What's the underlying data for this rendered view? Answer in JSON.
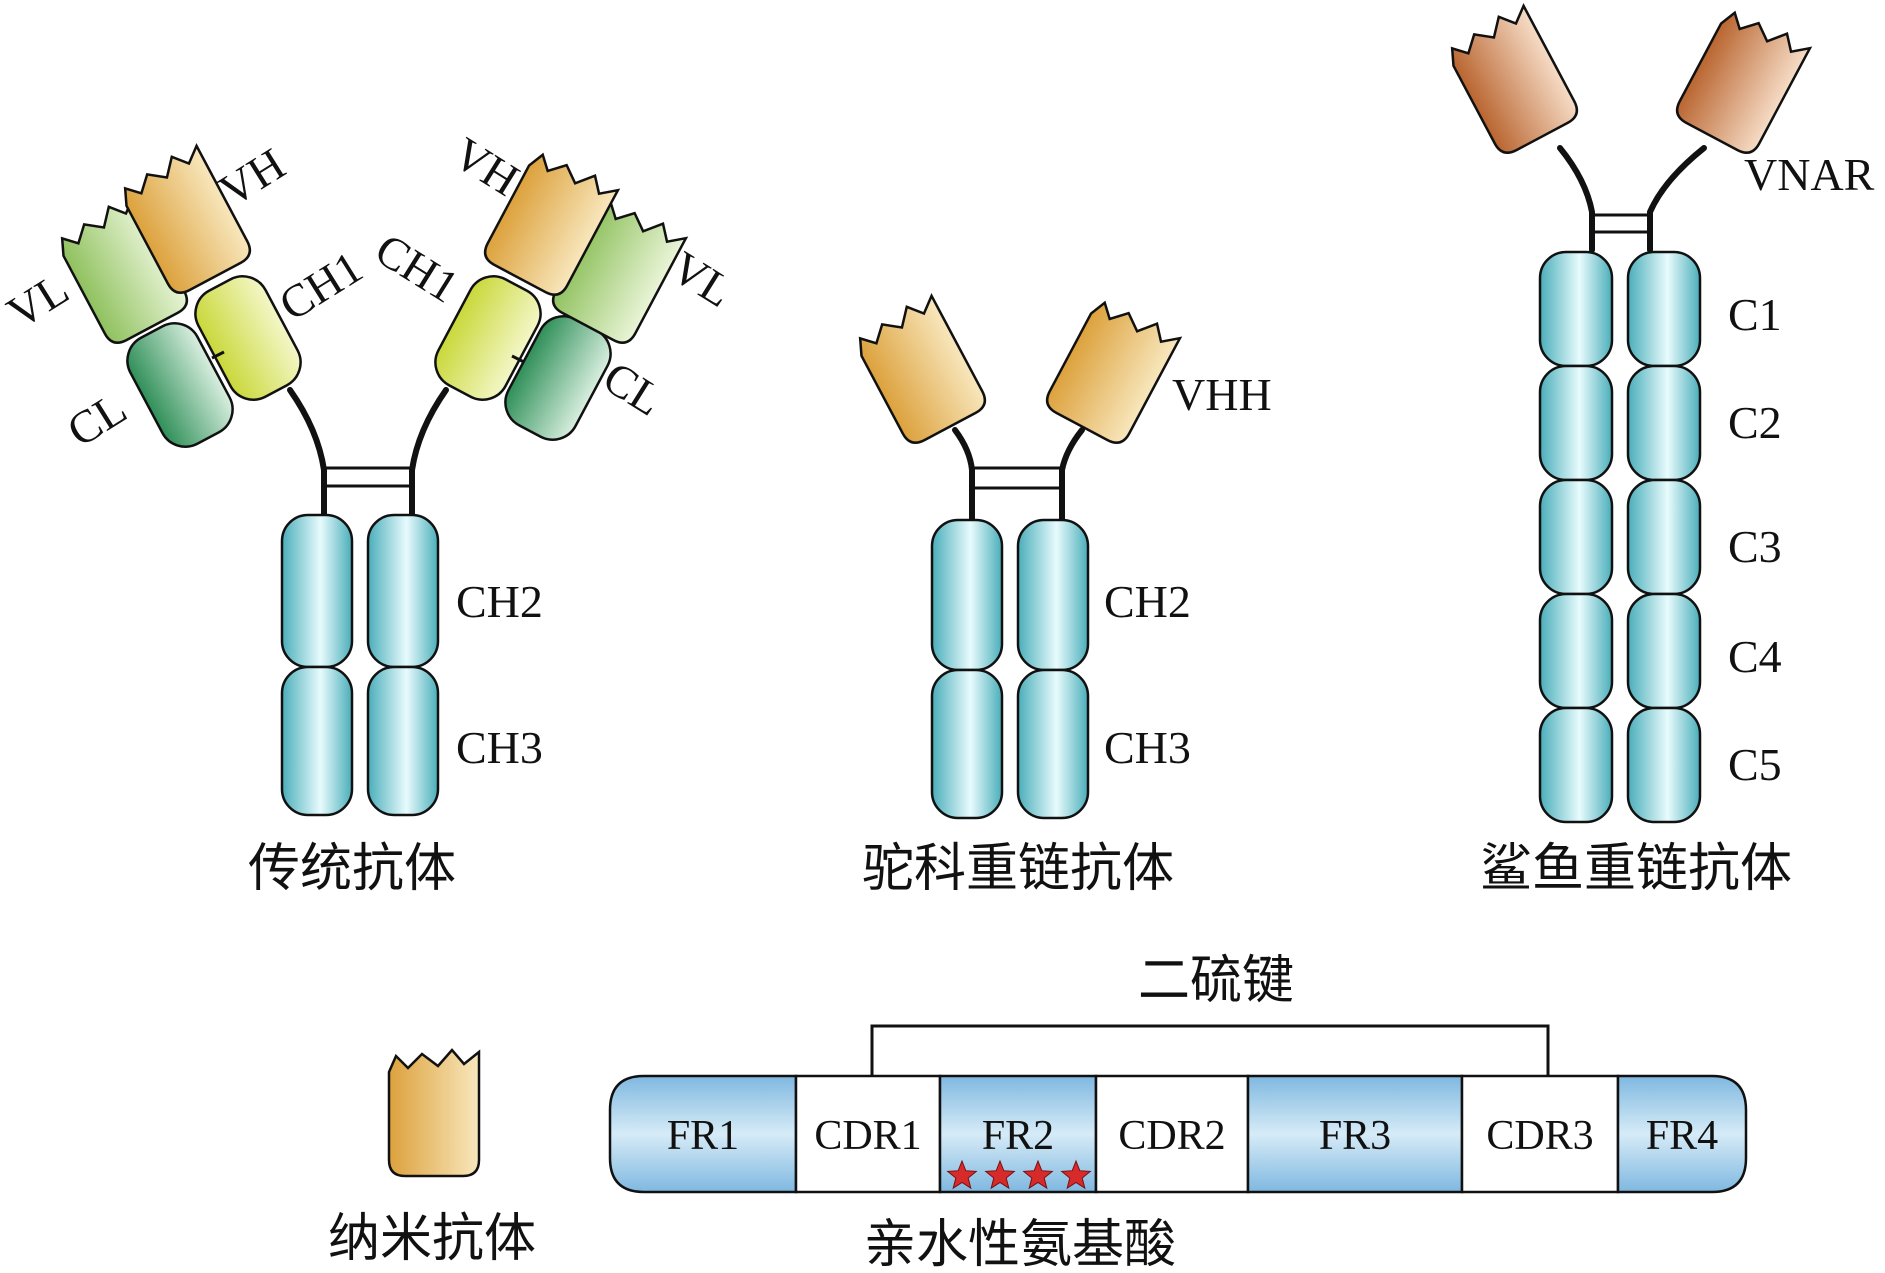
{
  "conventional": {
    "caption": "传统抗体",
    "labels": {
      "vl_left": "VL",
      "vh_left": "VH",
      "ch1_left": "CH1",
      "cl_left": "CL",
      "vh_right": "VH",
      "ch1_right": "CH1",
      "vl_right": "VL",
      "cl_right": "CL",
      "ch2": "CH2",
      "ch3": "CH3"
    }
  },
  "camelid": {
    "caption": "驼科重链抗体",
    "labels": {
      "vhh": "VHH",
      "ch2": "CH2",
      "ch3": "CH3"
    }
  },
  "shark": {
    "caption": "鲨鱼重链抗体",
    "labels": {
      "vnar": "VNAR",
      "c1": "C1",
      "c2": "C2",
      "c3": "C3",
      "c4": "C4",
      "c5": "C5"
    }
  },
  "nanobody": {
    "caption": "纳米抗体"
  },
  "sequence": {
    "disulfide_label": "二硫键",
    "hydrophilic_label": "亲水性氨基酸",
    "segments": [
      {
        "label": "FR1",
        "type": "fr"
      },
      {
        "label": "CDR1",
        "type": "cdr"
      },
      {
        "label": "FR2",
        "type": "fr"
      },
      {
        "label": "CDR2",
        "type": "cdr"
      },
      {
        "label": "FR3",
        "type": "fr"
      },
      {
        "label": "CDR3",
        "type": "cdr"
      },
      {
        "label": "FR4",
        "type": "fr"
      }
    ],
    "stars": 4
  },
  "colors": {
    "constant": "#4fb7c2",
    "variable_heavy": "#e0b24a",
    "vl": "#9fcf6e",
    "cl": "#4fa873",
    "ch1": "#cfdb4a",
    "vnar": "#c77a45",
    "fr_fill": "#8fc3e6",
    "star": "#d72b2b"
  }
}
